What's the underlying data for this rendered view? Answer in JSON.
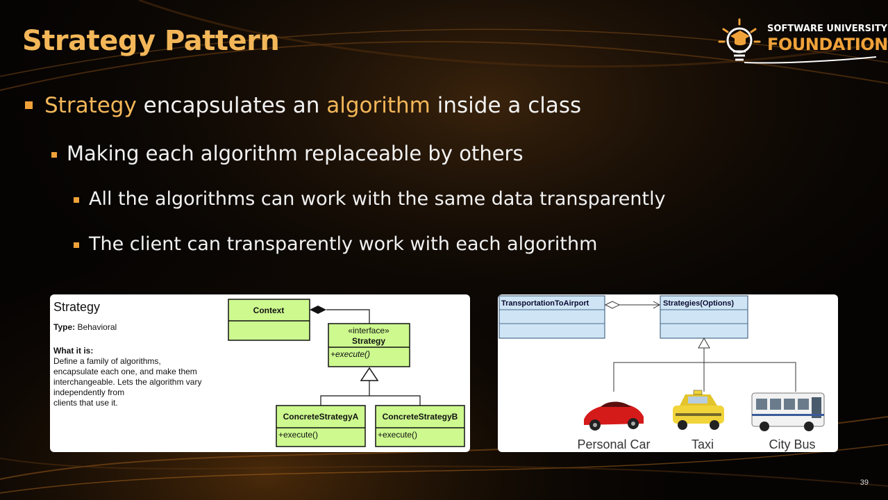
{
  "slide": {
    "title": "Strategy Pattern",
    "page_number": "39"
  },
  "logo": {
    "line1": "SOFTWARE UNIVERSITY",
    "line2": "FOUNDATION",
    "icon": "lightbulb-graduation-cap-icon"
  },
  "bullets": {
    "main": {
      "part1": "Strategy",
      "part2": " encapsulates an ",
      "part3": "algorithm",
      "part4": " inside a class"
    },
    "sub1": "Making each algorithm replaceable by others",
    "sub2": "All the algorithms can work with the same data transparently",
    "sub3": "The client can transparently work with each algorithm"
  },
  "uml_panel": {
    "heading": "Strategy",
    "type_label": "Type:",
    "type_value": " Behavioral",
    "what_label": "What it is:",
    "desc_lines": [
      "Define a family of algorithms,",
      "encapsulate each one, and make them",
      "interchangeable. Lets the algorithm vary",
      "independently from",
      "clients that use it."
    ],
    "context": "Context",
    "interface_stereotype": "«interface»",
    "interface_name": "Strategy",
    "interface_method": "+execute()",
    "concrete_a": "ConcreteStrategyA",
    "concrete_a_method": "+execute()",
    "concrete_b": "ConcreteStrategyB",
    "concrete_b_method": "+execute()"
  },
  "example_panel": {
    "client_class": "TransportationToAirport",
    "strategy_class": "Strategies(Options)",
    "vehicles": [
      "Personal Car",
      "Taxi",
      "City Bus"
    ]
  },
  "colors": {
    "accent_orange": "#f0a23a",
    "title_gold": "#f3b759",
    "uml_green": "#cdf98f",
    "uml_blue": "#cfe5f5"
  }
}
